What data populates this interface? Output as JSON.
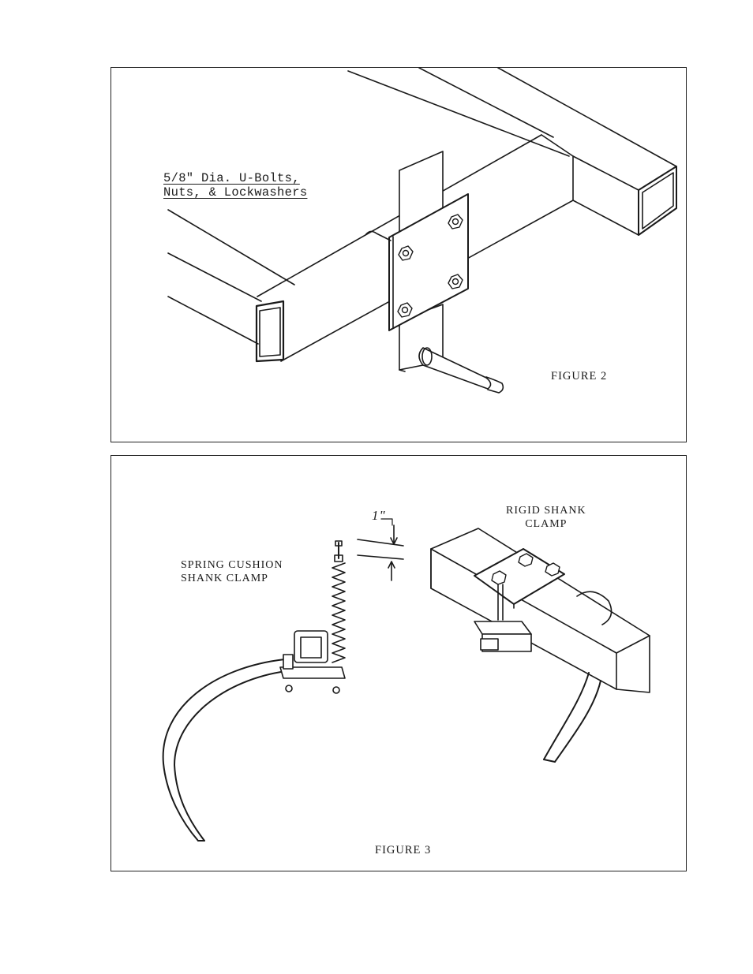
{
  "figure2": {
    "caption": "FIGURE 2",
    "callout_line1": "5/8\" Dia. U-Bolts,",
    "callout_line2": "Nuts, & Lockwashers"
  },
  "figure3": {
    "caption": "FIGURE 3",
    "spring_label_line1": "SPRING CUSHION",
    "spring_label_line2": "SHANK CLAMP",
    "rigid_label_line1": "RIGID SHANK",
    "rigid_label_line2": "CLAMP",
    "dimension": "1\""
  }
}
